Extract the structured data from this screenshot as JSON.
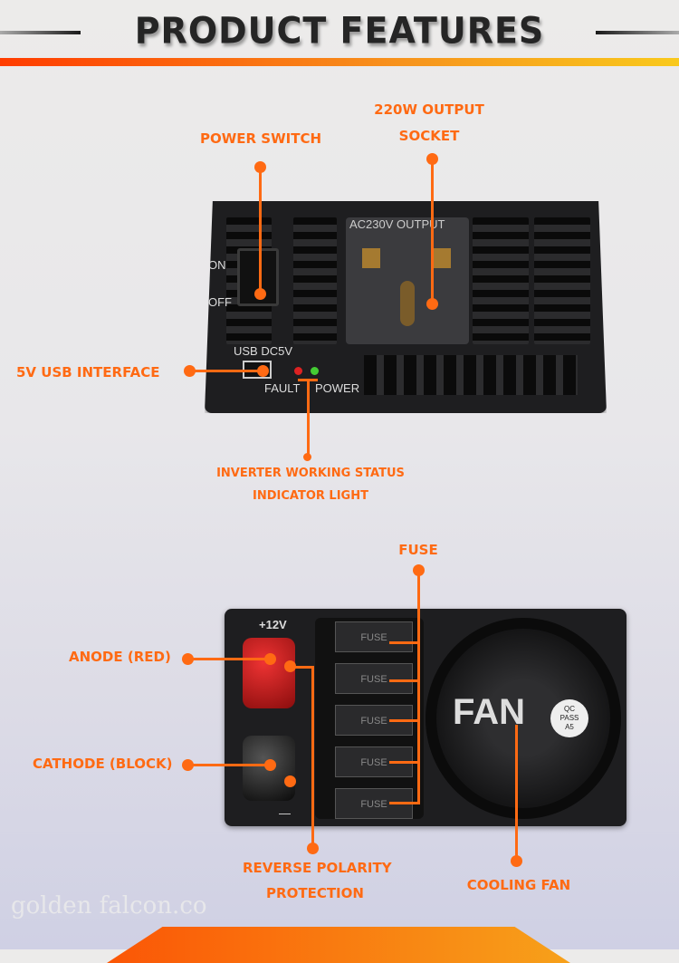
{
  "header": {
    "title": "PRODUCT FEATURES"
  },
  "front": {
    "labels": {
      "power_switch": "POWER SWITCH",
      "output_line1": "220W OUTPUT",
      "output_line2": "SOCKET",
      "usb": "5V USB INTERFACE",
      "status_line1": "INVERTER WORKING STATUS",
      "status_line2": "INDICATOR LIGHT"
    },
    "device_text": {
      "on": "ON",
      "off": "OFF",
      "ac_output": "AC230V OUTPUT",
      "usb": "USB  DC5V",
      "fault": "FAULT",
      "power": "POWER"
    }
  },
  "rear": {
    "labels": {
      "fuse": "FUSE",
      "anode": "ANODE (RED)",
      "cathode": "CATHODE (BLOCK)",
      "reverse_line1": "REVERSE POLARITY",
      "reverse_line2": "PROTECTION",
      "fan": "COOLING FAN"
    },
    "device_text": {
      "plus": "+12V",
      "minus": "—",
      "fuse_labels": [
        "FUSE",
        "FUSE",
        "FUSE",
        "FUSE",
        "FUSE"
      ],
      "fan": "FAN",
      "qc1": "QC",
      "qc2": "PASS",
      "qc3": "A5"
    }
  },
  "watermark": "golden falcon.co",
  "colors": {
    "accent": "#ff6a13",
    "device": "#1e1e20"
  }
}
